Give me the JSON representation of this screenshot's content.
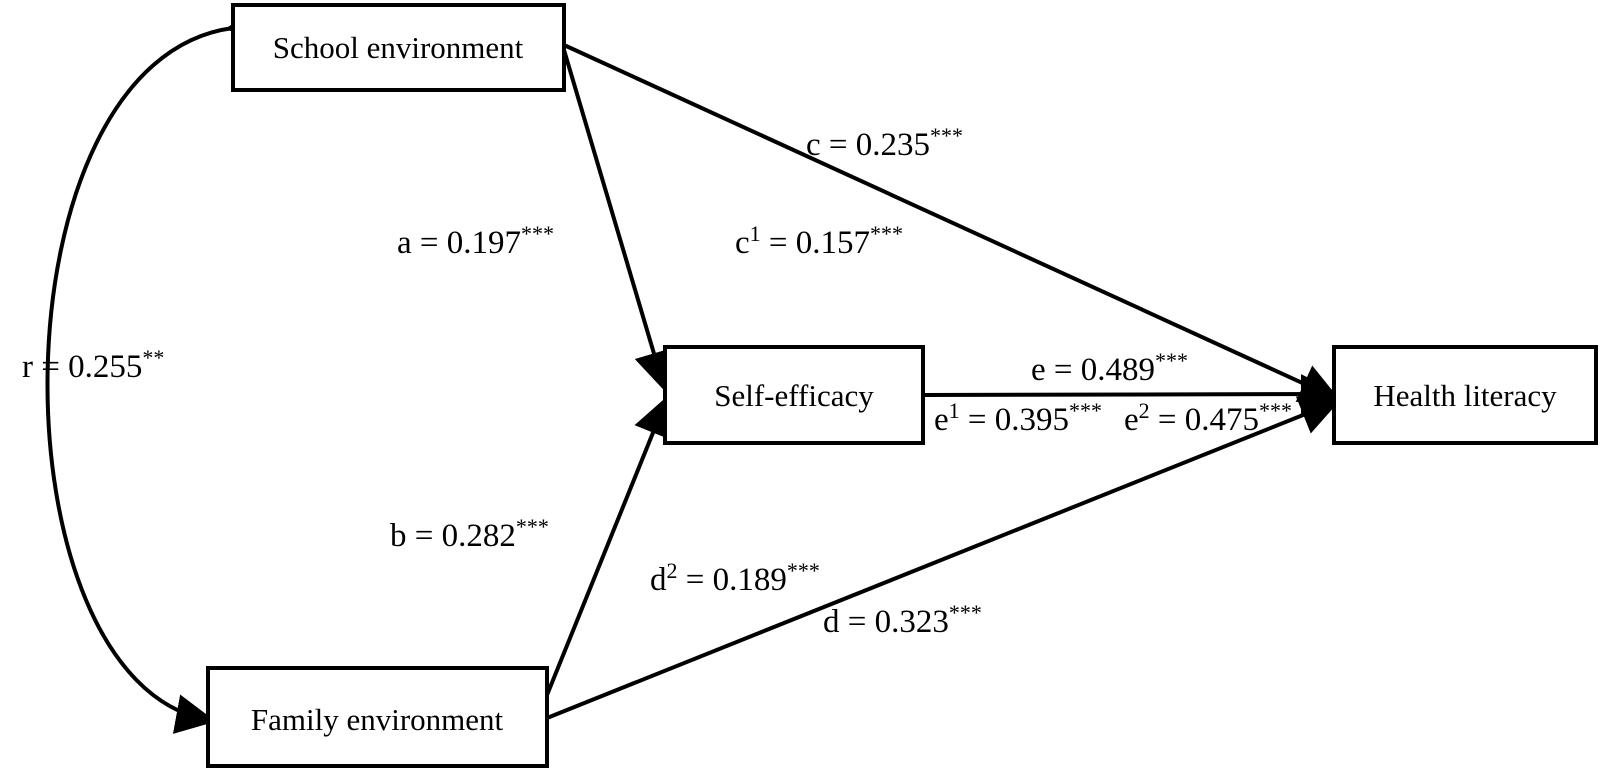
{
  "nodes": {
    "school": "School environment",
    "family": "Family environment",
    "self_efficacy": "Self-efficacy",
    "health": "Health literacy"
  },
  "labels": {
    "c": {
      "main": "c = 0.235",
      "sup": "***"
    },
    "a": {
      "main": "a = 0.197",
      "sup": "***"
    },
    "c1": {
      "pre": "c",
      "presup": "1",
      "main": " = 0.157",
      "sup": "***"
    },
    "r": {
      "main": "r = 0.255",
      "sup": "**"
    },
    "e": {
      "main": "e = 0.489",
      "sup": "***"
    },
    "e1": {
      "pre": "e",
      "presup": "1",
      "main": " = 0.395",
      "sup": "***"
    },
    "e2": {
      "pre": "e",
      "presup": "2",
      "main": " = 0.475",
      "sup": "***"
    },
    "b": {
      "main": "b = 0.282",
      "sup": "***"
    },
    "d2": {
      "pre": "d",
      "presup": "2",
      "main": " = 0.189",
      "sup": "***"
    },
    "d": {
      "main": "d = 0.323",
      "sup": "***"
    }
  }
}
